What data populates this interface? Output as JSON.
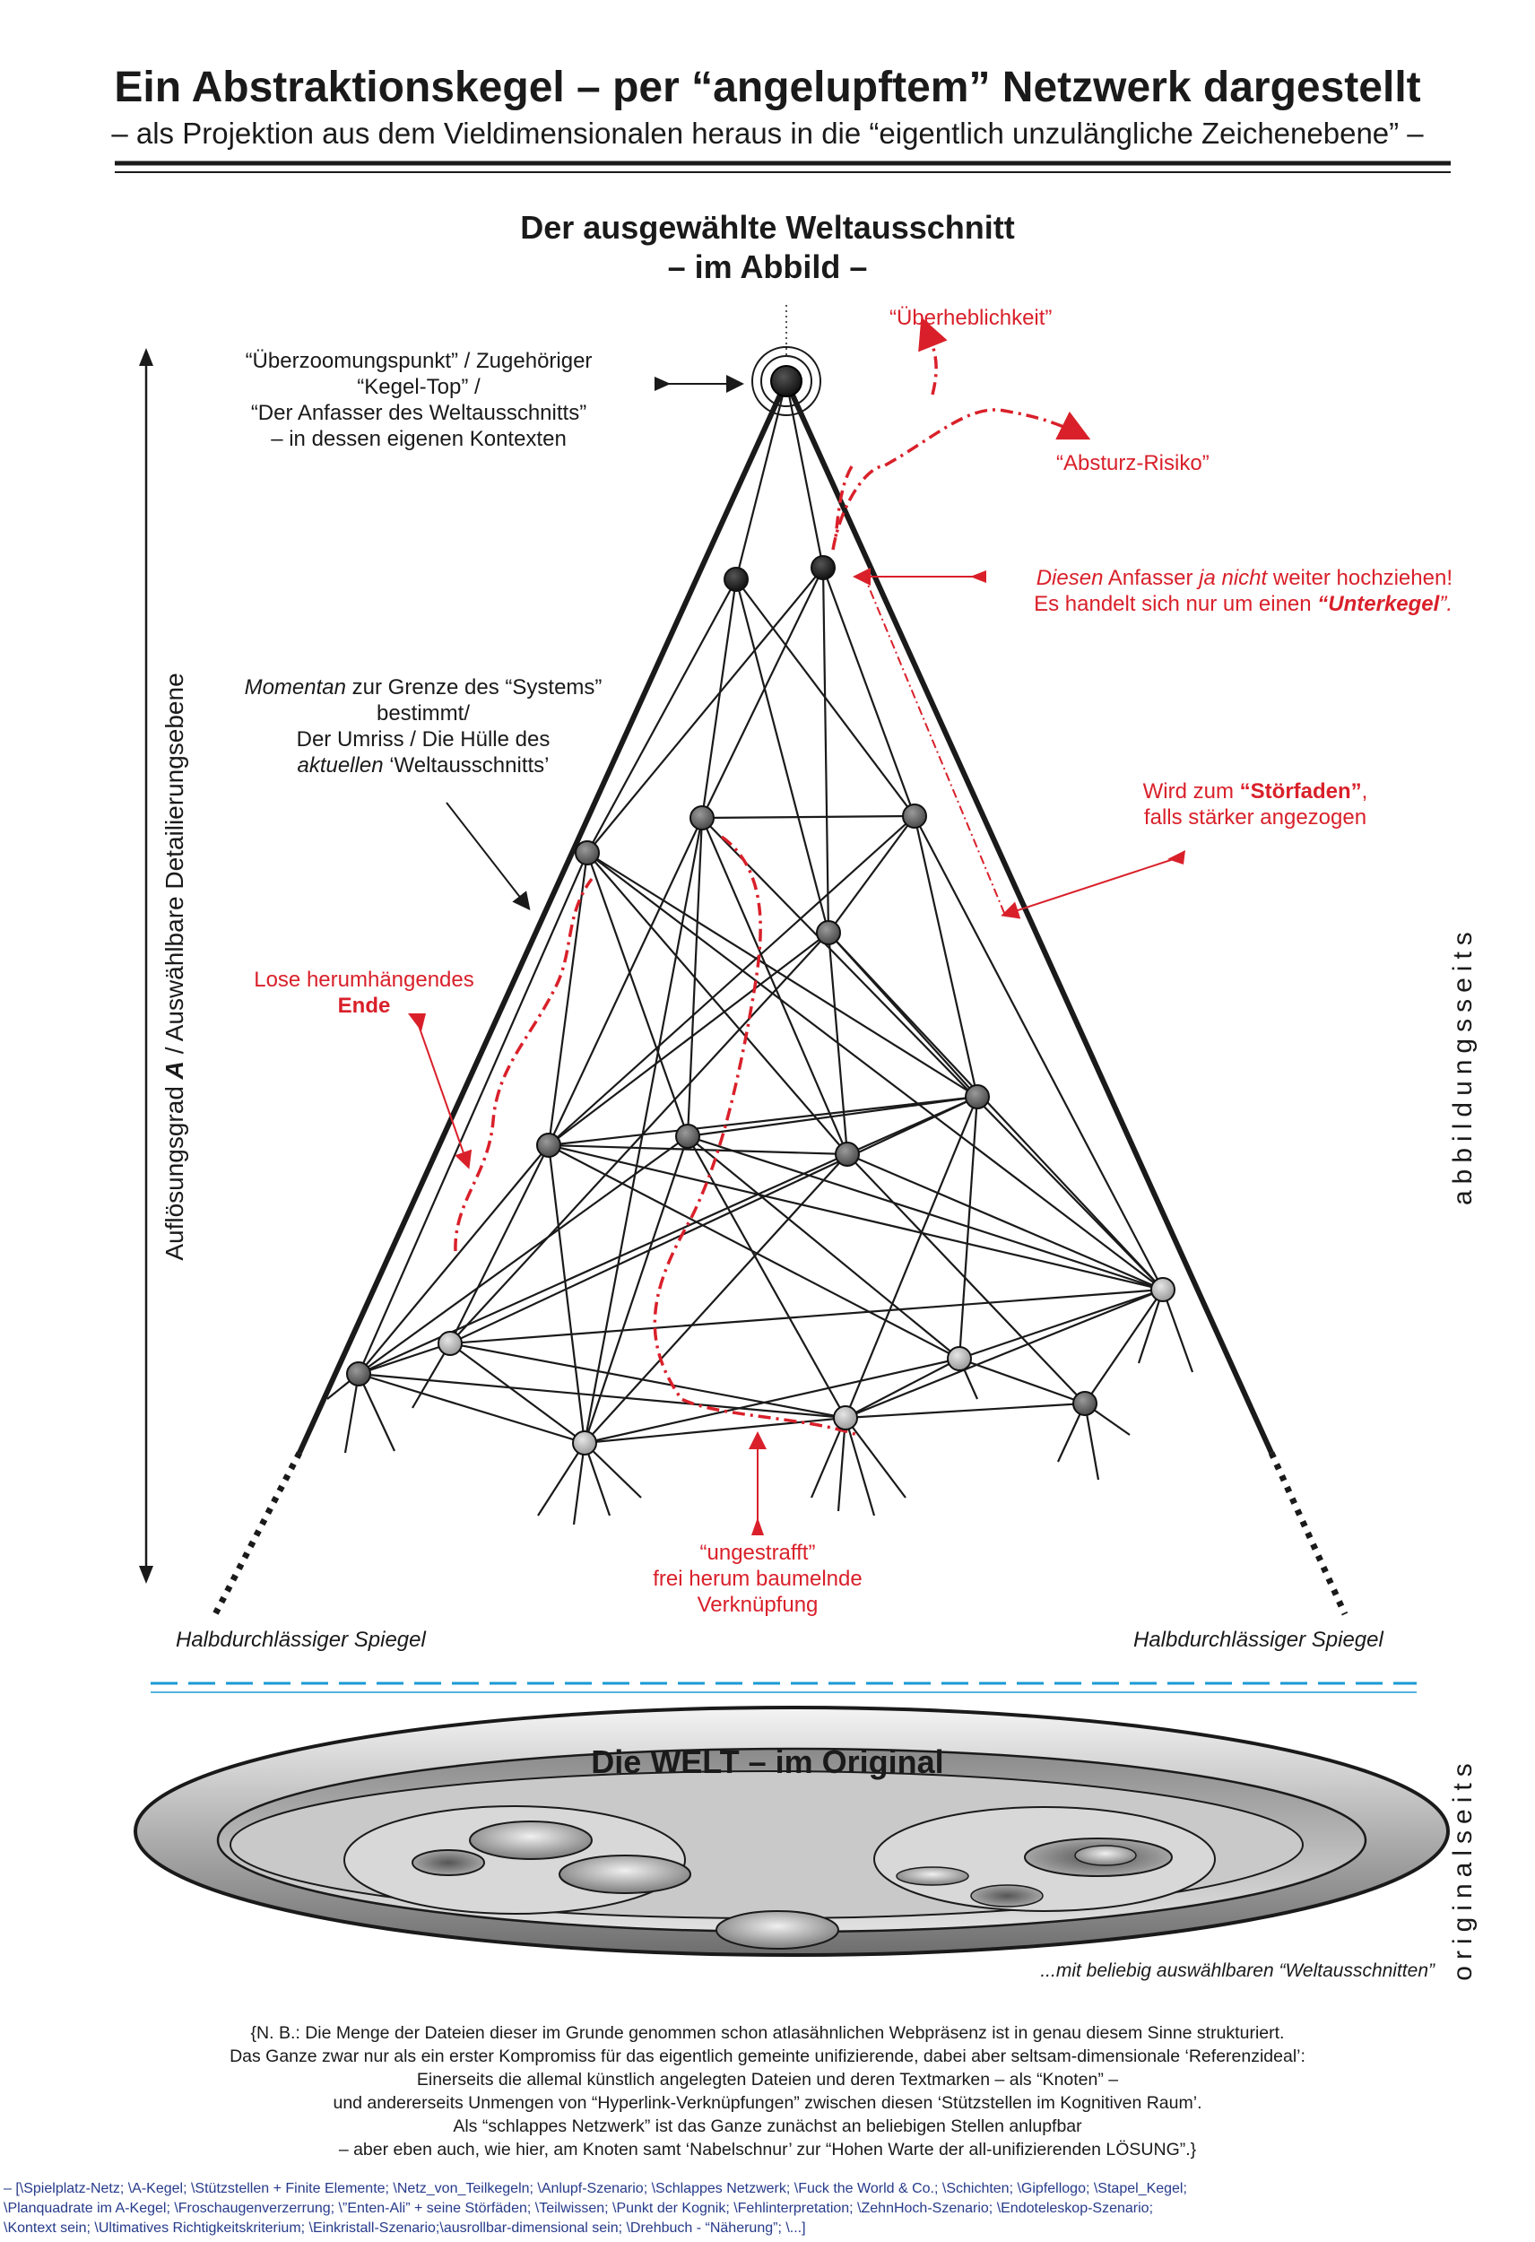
{
  "header": {
    "title": "Ein Abstraktionskegel – per “angelupftem” Netzwerk dargestellt",
    "subtitle": "– als Projektion aus dem Vieldimensionalen heraus in die “eigentlich unzulängliche Zeichenebene” –"
  },
  "figure": {
    "title_line1": "Der ausgewählte Weltausschnitt",
    "title_line2": "– im Abbild –"
  },
  "labels": {
    "overzoom": [
      "“Überzoomungspunkt” / Zugehöriger “Kegel-Top” /",
      "“Der Anfasser des Weltausschnitts”",
      "– in dessen eigenen Kontexten"
    ],
    "arrogance": "“Überheblichkeit”",
    "crash_risk": "“Absturz-Risiko”",
    "grip_warning_1_italic_a": "Diesen",
    "grip_warning_1_plain": " Anfasser ",
    "grip_warning_1_italic_b": "ja nicht",
    "grip_warning_1_end": " weiter hochziehen!",
    "grip_warning_2_start": "Es handelt sich nur um einen ",
    "grip_warning_2_bold": "“Unterkegel",
    "grip_warning_2_end": "”.",
    "boundary_1_italic": "Momentan",
    "boundary_1_plain": " zur Grenze des “Systems”",
    "boundary_2": "bestimmt/",
    "boundary_3": "Der Umriss / Die Hülle des",
    "boundary_4_italic": "aktuellen",
    "boundary_4_plain": " ‘Weltausschnitts’",
    "stoerfaden_1_plain": "Wird zum ",
    "stoerfaden_1_bold": "“Störfaden”",
    "stoerfaden_1_end": ",",
    "stoerfaden_2": "falls stärker angezogen",
    "loose_end_1": "Lose herumhängendes",
    "loose_end_2": "Ende",
    "dangling": [
      "“ungestrafft”",
      "frei herum baumelnde",
      "Verknüpfung"
    ],
    "axis_label_a": "Auflösungsgrad ",
    "axis_label_b": "A",
    "axis_label_c": " / Auswählbare Detailierungsebene",
    "side_image": "abbildungsseits",
    "side_original": "originalseits",
    "mirror_left": "Halbdurchlässiger Spiegel",
    "mirror_right": "Halbdurchlässiger Spiegel",
    "welt_title": "Die WELT – im Original",
    "welt_caption": "...mit beliebig auswählbaren “Weltausschnitten”"
  },
  "note": [
    "{N. B.: Die Menge der Dateien dieser im Grunde genommen schon atlasähnlichen Webpräsenz ist in genau diesem Sinne strukturiert.",
    "Das Ganze zwar nur als ein erster Kompromiss für das eigentlich gemeinte unifizierende, dabei aber seltsam-dimensionale ‘Referenzideal’:",
    "Einerseits die allemal künstlich angelegten Dateien und deren Textmarken – als “Knoten” –",
    "und andererseits Unmengen von “Hyperlink-Verknüpfungen” zwischen diesen ‘Stützstellen im Kognitiven Raum’.",
    "Als “schlappes Netzwerk” ist das Ganze zunächst an beliebigen Stellen anlupfbar",
    "– aber eben auch, wie hier, am Knoten samt ‘Nabelschnur’ zur “Hohen Warte der all-unifizierenden LÖSUNG”.}"
  ],
  "keywords": [
    "– [\\Spielplatz-Netz; \\A-Kegel; \\Stützstellen + Finite Elemente; \\Netz_von_Teilkegeln; \\Anlupf-Szenario; \\Schlappes Netzwerk; \\Fuck the World & Co.; \\Schichten; \\Gipfellogo; \\Stapel_Kegel;",
    "\\Planquadrate im A-Kegel; \\Froschaugenverzerrung; \\”Enten-Ali” + seine Störfäden; \\Teilwissen; \\Punkt der Kognik; \\Fehlinterpretation; \\ZehnHoch-Szenario; \\Endoteleskop-Szenario;",
    "\\Kontext sein; \\Ultimatives Richtigkeitskriterium; \\Einkristall-Szenario;\\ausrollbar-dimensional sein; \\Drehbuch - “Näherung”; \\...]"
  ],
  "colors": {
    "accent_red": "#d9202a",
    "mirror_blue": "#1a9ad6",
    "ink": "#1a1a1a"
  }
}
